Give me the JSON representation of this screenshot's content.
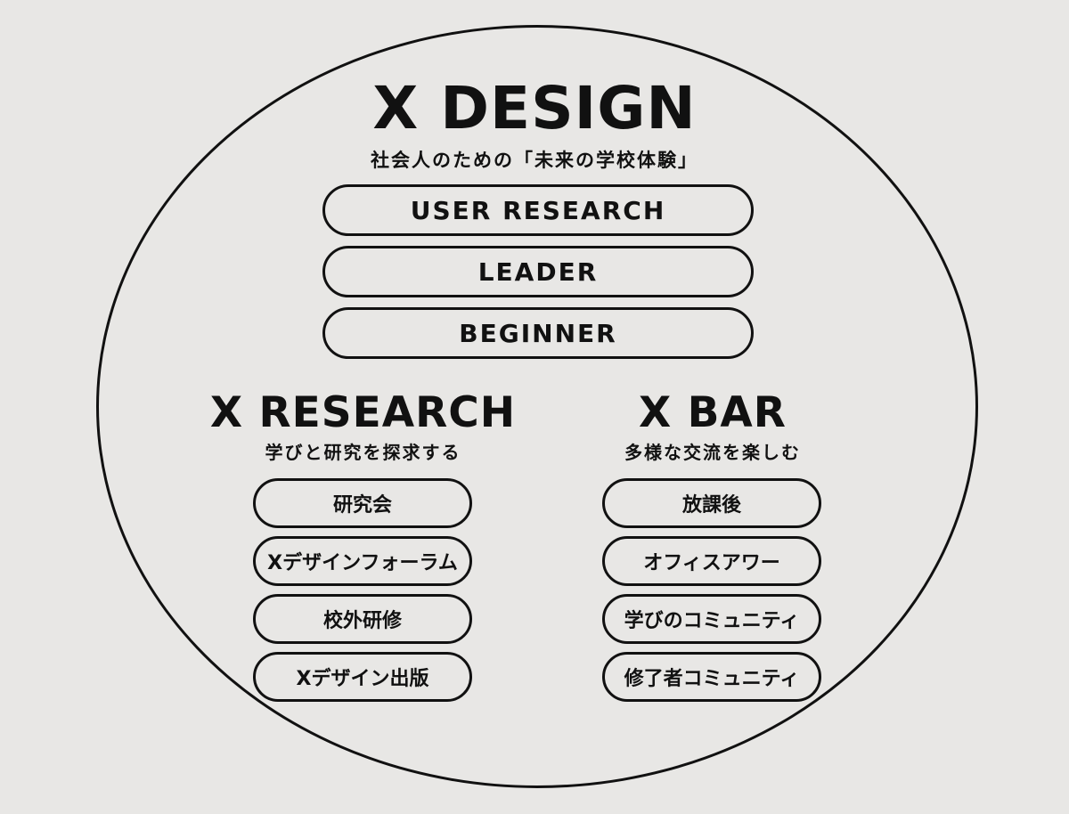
{
  "x_design": {
    "title": "X DESIGN",
    "subtitle": "社会人のための「未来の学校体験」",
    "programs": [
      "USER RESEARCH",
      "LEADER",
      "BEGINNER"
    ]
  },
  "x_research": {
    "title": "X RESEARCH",
    "subtitle": "学びと研究を探求する",
    "items": [
      "研究会",
      "Xデザインフォーラム",
      "校外研修",
      "Xデザイン出版"
    ]
  },
  "x_bar": {
    "title": "X BAR",
    "subtitle": "多様な交流を楽しむ",
    "items": [
      "放課後",
      "オフィスアワー",
      "学びのコミュニティ",
      "修了者コミュニティ"
    ]
  },
  "colors": {
    "background": "#e8e7e5",
    "line": "#111111"
  }
}
